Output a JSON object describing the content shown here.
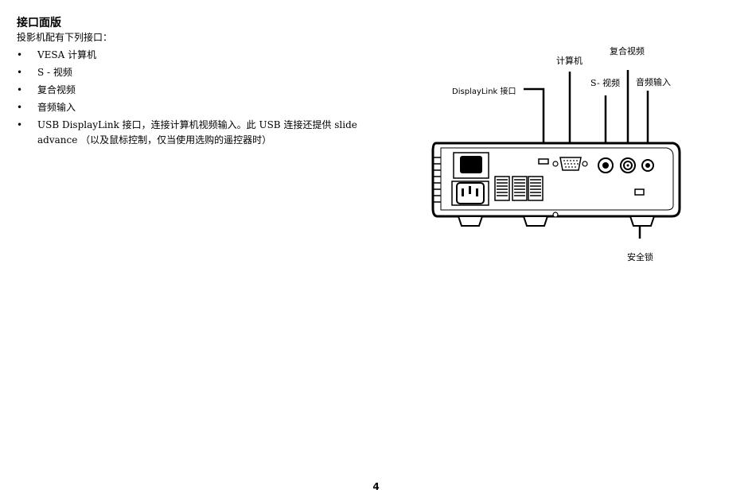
{
  "heading": "接口面版",
  "intro": "投影机配有下列接口：",
  "bullet_glyph": "•",
  "bullets": [
    "VESA 计算机",
    "S - 视频",
    "复合视频",
    "音频输入",
    "USB DisplayLink 接口，连接计算机视频输入。此 USB 连接还提供 slide advance （以及鼠标控制，仅当使用选购的遥控器时）"
  ],
  "diagram": {
    "labels": {
      "displaylink": "DisplayLink 接口",
      "computer": "计算机",
      "svideo": "S- 视频",
      "composite": "复合视频",
      "audio": "音频输入",
      "lock": "安全锁"
    }
  },
  "page_number": "4"
}
